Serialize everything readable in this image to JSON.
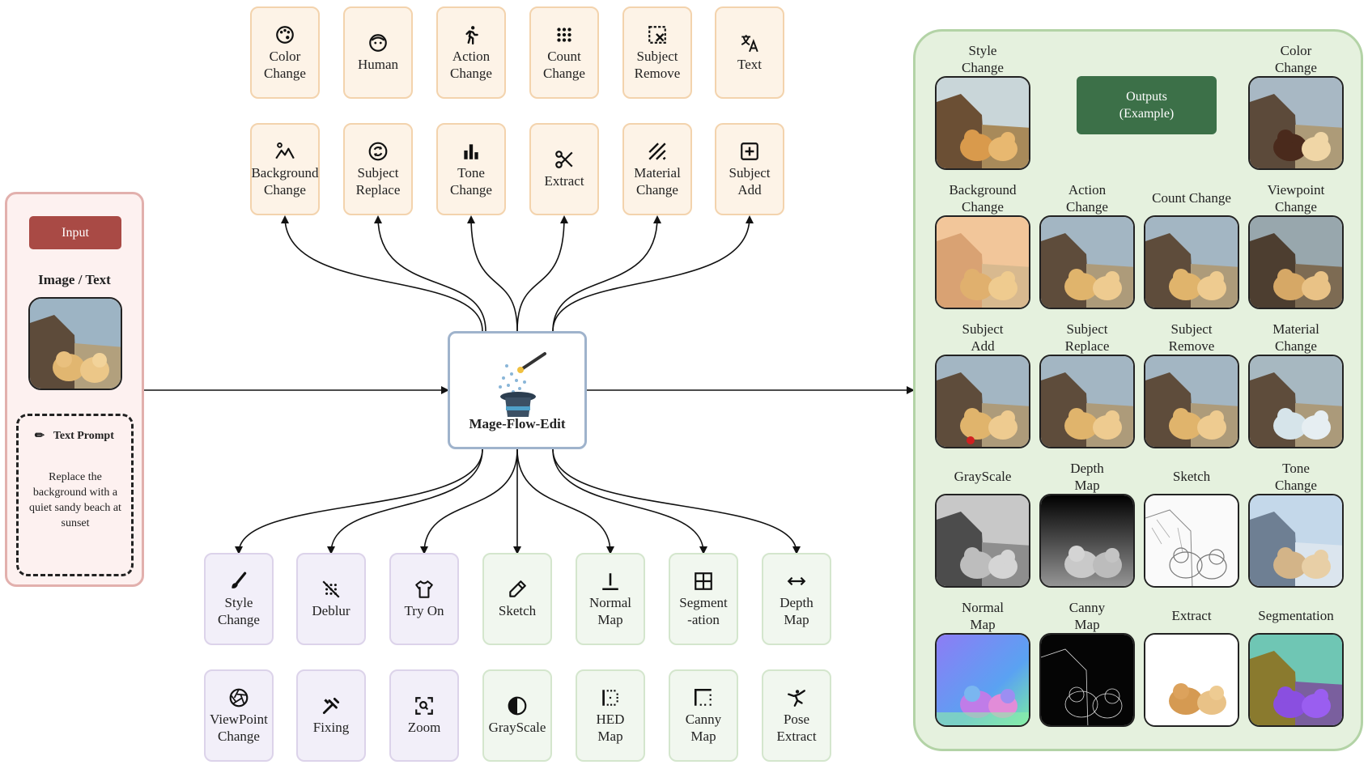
{
  "input": {
    "badge": "Input",
    "image_text_label": "Image / Text",
    "prompt_title": "Text Prompt",
    "prompt_text": "Replace the background with a quiet sandy beach at sunset"
  },
  "core": {
    "label": "Mage-Flow-Edit"
  },
  "top_row1": [
    {
      "label": "Color\nChange",
      "icon": "palette-icon"
    },
    {
      "label": "Human",
      "icon": "face-icon"
    },
    {
      "label": "Action\nChange",
      "icon": "running-person-icon"
    },
    {
      "label": "Count\nChange",
      "icon": "dot-grid-icon"
    },
    {
      "label": "Subject\nRemove",
      "icon": "remove-selection-icon"
    },
    {
      "label": "Text",
      "icon": "translate-icon"
    }
  ],
  "top_row2": [
    {
      "label": "Background\nChange",
      "icon": "landscape-icon"
    },
    {
      "label": "Subject\nReplace",
      "icon": "swap-circle-icon"
    },
    {
      "label": "Tone\nChange",
      "icon": "bar-chart-icon"
    },
    {
      "label": "Extract",
      "icon": "scissors-icon"
    },
    {
      "label": "Material\nChange",
      "icon": "texture-icon"
    },
    {
      "label": "Subject\nAdd",
      "icon": "plus-box-icon"
    }
  ],
  "bottom_row1": [
    {
      "label": "Style\nChange",
      "icon": "brush-icon"
    },
    {
      "label": "Deblur",
      "icon": "blur-off-icon"
    },
    {
      "label": "Try On",
      "icon": "shirt-icon"
    },
    {
      "label": "Sketch",
      "icon": "pencil-icon"
    },
    {
      "label": "Normal\nMap",
      "icon": "normal-vector-icon"
    },
    {
      "label": "Segment\n-ation",
      "icon": "grid-icon"
    },
    {
      "label": "Depth\nMap",
      "icon": "double-arrow-icon"
    }
  ],
  "bottom_row2": [
    {
      "label": "ViewPoint\nChange",
      "icon": "aperture-icon"
    },
    {
      "label": "Fixing",
      "icon": "tools-icon"
    },
    {
      "label": "Zoom",
      "icon": "zoom-frame-icon"
    },
    {
      "label": "GrayScale",
      "icon": "contrast-icon"
    },
    {
      "label": "HED\nMap",
      "icon": "dotted-square-icon"
    },
    {
      "label": "Canny\nMap",
      "icon": "corner-frame-icon"
    },
    {
      "label": "Pose\nExtract",
      "icon": "pose-figure-icon"
    }
  ],
  "outputs": {
    "badge": "Outputs\n(Example)",
    "items": [
      {
        "label": "Style\nChange",
        "style": "style"
      },
      {
        "label": "Color\nChange",
        "style": "color"
      },
      {
        "label": "Background\nChange",
        "style": "beach"
      },
      {
        "label": "Action\nChange",
        "style": "cliff"
      },
      {
        "label": "Count Change",
        "style": "cliff"
      },
      {
        "label": "Viewpoint\nChange",
        "style": "view"
      },
      {
        "label": "Subject\nAdd",
        "style": "add"
      },
      {
        "label": "Subject\nReplace",
        "style": "cliff"
      },
      {
        "label": "Subject\nRemove",
        "style": "cliff"
      },
      {
        "label": "Material\nChange",
        "style": "glass"
      },
      {
        "label": "GrayScale",
        "style": "gray"
      },
      {
        "label": "Depth\nMap",
        "style": "depth"
      },
      {
        "label": "Sketch",
        "style": "sketch"
      },
      {
        "label": "Tone\nChange",
        "style": "tone"
      },
      {
        "label": "Normal\nMap",
        "style": "normal"
      },
      {
        "label": "Canny\nMap",
        "style": "canny"
      },
      {
        "label": "Extract",
        "style": "extract"
      },
      {
        "label": "Segmentation",
        "style": "seg"
      }
    ]
  },
  "colors": {
    "input_badge": "#a94a45",
    "outputs_badge": "#3c7048",
    "orange_tile": "#fdf3e7",
    "purple_tile": "#f2eff9",
    "green_tile": "#f1f7ef"
  }
}
